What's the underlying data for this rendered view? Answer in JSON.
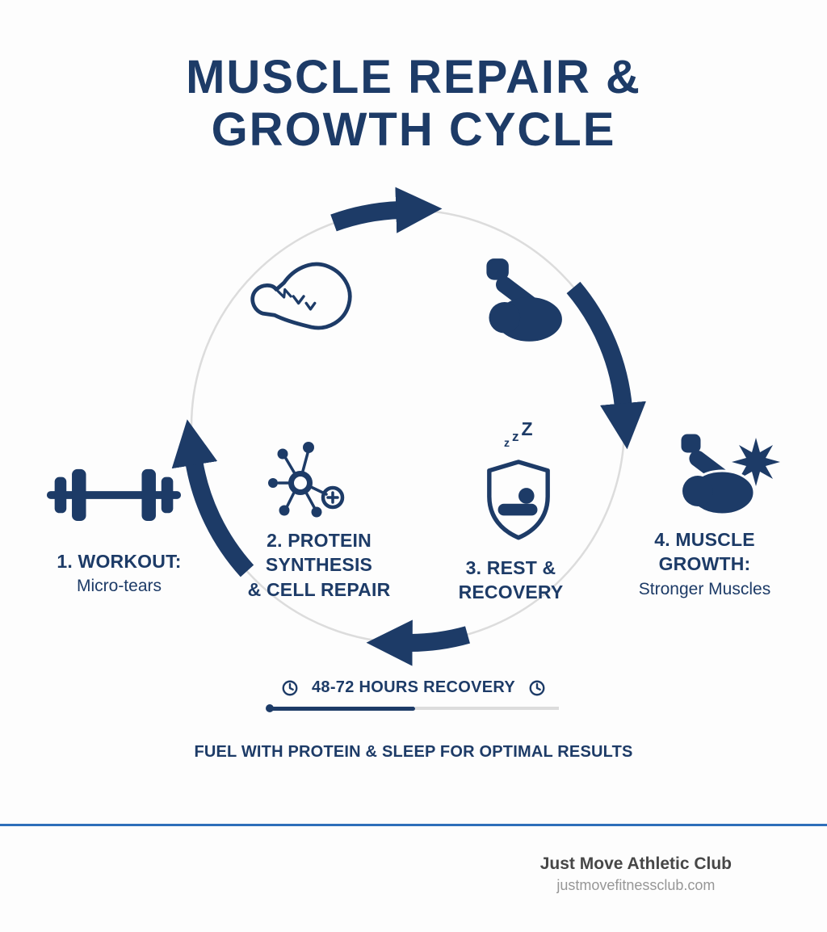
{
  "colors": {
    "navy": "#1d3b67",
    "circle_gray": "#dcdcdc",
    "divider_blue": "#2e6fba",
    "footer_dark": "#474747",
    "footer_gray": "#979797",
    "bg": "#fdfdfd"
  },
  "title": {
    "line1": "MUSCLE REPAIR &",
    "line2": "GROWTH CYCLE"
  },
  "stages": [
    {
      "heading_lines": [
        "1. WORKOUT:"
      ],
      "subheading": "Micro-tears",
      "icon": "dumbbell-icon"
    },
    {
      "heading_lines": [
        "2. PROTEIN",
        "SYNTHESIS",
        "& CELL REPAIR"
      ],
      "icon": "molecule-icon"
    },
    {
      "heading_lines": [
        "3. REST &",
        "RECOVERY"
      ],
      "icon": "shield-sleep-icon"
    },
    {
      "heading_lines": [
        "4. MUSCLE",
        "GROWTH:"
      ],
      "subheading": "Stronger Muscles",
      "icon": "bicep-burst-icon"
    }
  ],
  "cycle_icons": {
    "top": "torn-muscle-arm-icon",
    "top_right": "bicep-icon"
  },
  "rest": {
    "z1": "z",
    "z2": "z",
    "z3": "Z"
  },
  "recovery": {
    "label": "48-72 HOURS RECOVERY",
    "icon": "clock-icon"
  },
  "fuel_note": "FUEL WITH PROTEIN & SLEEP FOR OPTIMAL RESULTS",
  "footer": {
    "brand": "Just Move Athletic Club",
    "website": "justmovefitnessclub.com"
  }
}
